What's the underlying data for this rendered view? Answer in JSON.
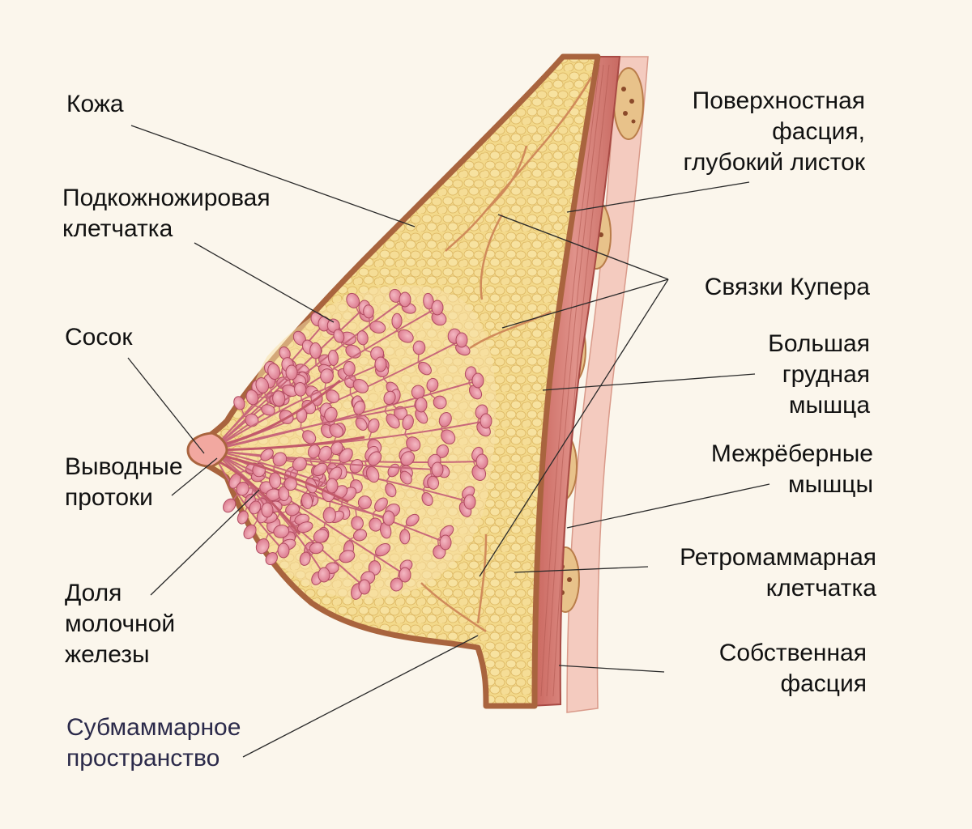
{
  "labels": {
    "skin": [
      "Кожа"
    ],
    "subcutaneous": [
      "Подкожножировая",
      "клетчатка"
    ],
    "nipple": [
      "Сосок"
    ],
    "ducts": [
      "Выводные",
      "протоки"
    ],
    "lobe": [
      "Доля",
      "молочной",
      "железы"
    ],
    "submammary": [
      "Субмаммарное",
      "пространство"
    ],
    "superficial_fascia": [
      "Поверхностная",
      "фасция,",
      "глубокий листок"
    ],
    "cooper": [
      "Связки Купера"
    ],
    "pectoralis": [
      "Большая",
      "грудная",
      "мышца"
    ],
    "intercostal": [
      "Межрёберные",
      "мышцы"
    ],
    "retromammary": [
      "Ретромаммарная",
      "клетчатка"
    ],
    "proper_fascia": [
      "Собственная",
      "фасция"
    ]
  },
  "colors": {
    "background": "#fbf6ec",
    "fat": "#f3d98a",
    "fat_dark": "#e2bd62",
    "skin_outline": "#b8704a",
    "muscle": "#d9847a",
    "muscle_dark": "#b85a52",
    "gland": "#e58fa0",
    "gland_dark": "#b85a6a",
    "rib": "#e8c28a",
    "leader": "#2a2a2a"
  }
}
